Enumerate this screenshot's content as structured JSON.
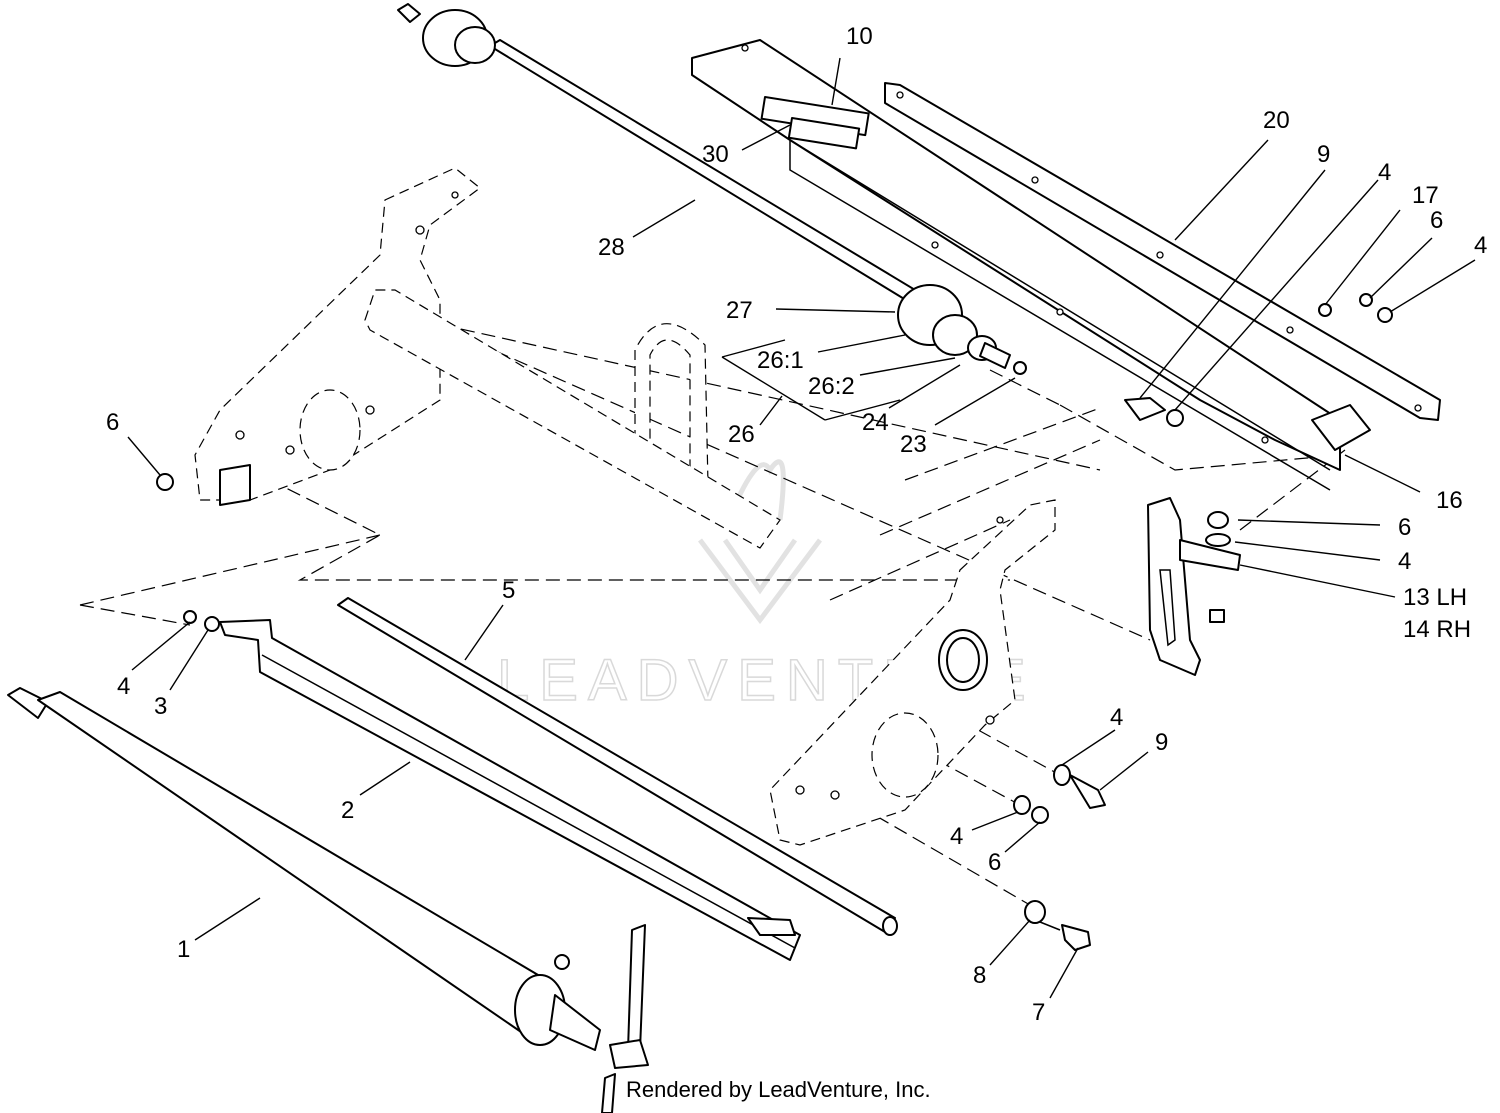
{
  "watermark": "LEADVENTURE",
  "footer": "Rendered by LeadVenture, Inc.",
  "callouts": [
    "10",
    "30",
    "20",
    "9",
    "4",
    "17",
    "6",
    "4",
    "28",
    "27",
    "26:1",
    "26:2",
    "26",
    "24",
    "23",
    "16",
    "6",
    "6",
    "4",
    "13 LH",
    "14 RH",
    "5",
    "4",
    "3",
    "2",
    "4",
    "9",
    "4",
    "6",
    "1",
    "8",
    "7"
  ]
}
